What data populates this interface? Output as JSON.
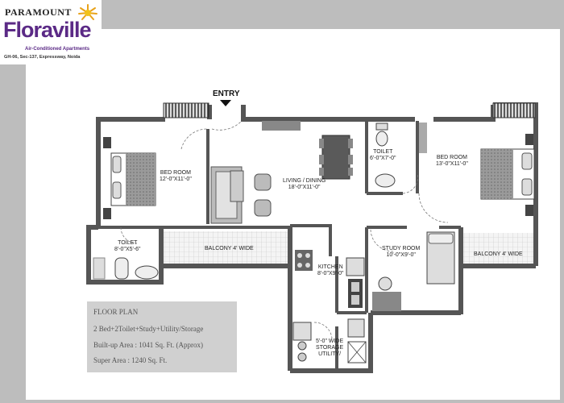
{
  "logo": {
    "brand_top": "PARAMOUNT",
    "brand_main": "Floraville",
    "subtitle": "Air-Conditioned Apartments",
    "address": "GH-06, Sec-137, Expressway, Noida",
    "brand_color": "#5b2a86"
  },
  "entry_label": "ENTRY",
  "rooms": {
    "bed1": {
      "name": "BED ROOM",
      "size": "12'-0\"X11'-0\""
    },
    "living": {
      "name": "LIVING / DINING",
      "size": "18'-0\"X11'-0\""
    },
    "toilet1": {
      "name": "TOILET",
      "size": "6'-0\"X7'-0\""
    },
    "bed2": {
      "name": "BED ROOM",
      "size": "13'-0\"X11'-0\""
    },
    "toilet2": {
      "name": "TOILET",
      "size": "8'-0\"X5'-6\""
    },
    "balcony1": {
      "name": "BALCONY 4' WIDE"
    },
    "study": {
      "name": "STUDY ROOM",
      "size": "10'-0\"X9'-0\""
    },
    "balcony2": {
      "name": "BALCONY 4' WIDE"
    },
    "kitchen": {
      "name": "KITCHEN",
      "size": "8'-0\"X9'-0\""
    },
    "storage": {
      "line1": "5'-0\" WIDE",
      "line2": "STORAGE",
      "line3": "UTILITY/"
    }
  },
  "info": {
    "heading": "FLOOR PLAN",
    "config": "2 Bed+2Toilet+Study+Utility/Storage",
    "built_up": "Built-up Area : 1041 Sq. Ft. (Approx)",
    "super_area": "Super Area : 1240 Sq. Ft."
  }
}
